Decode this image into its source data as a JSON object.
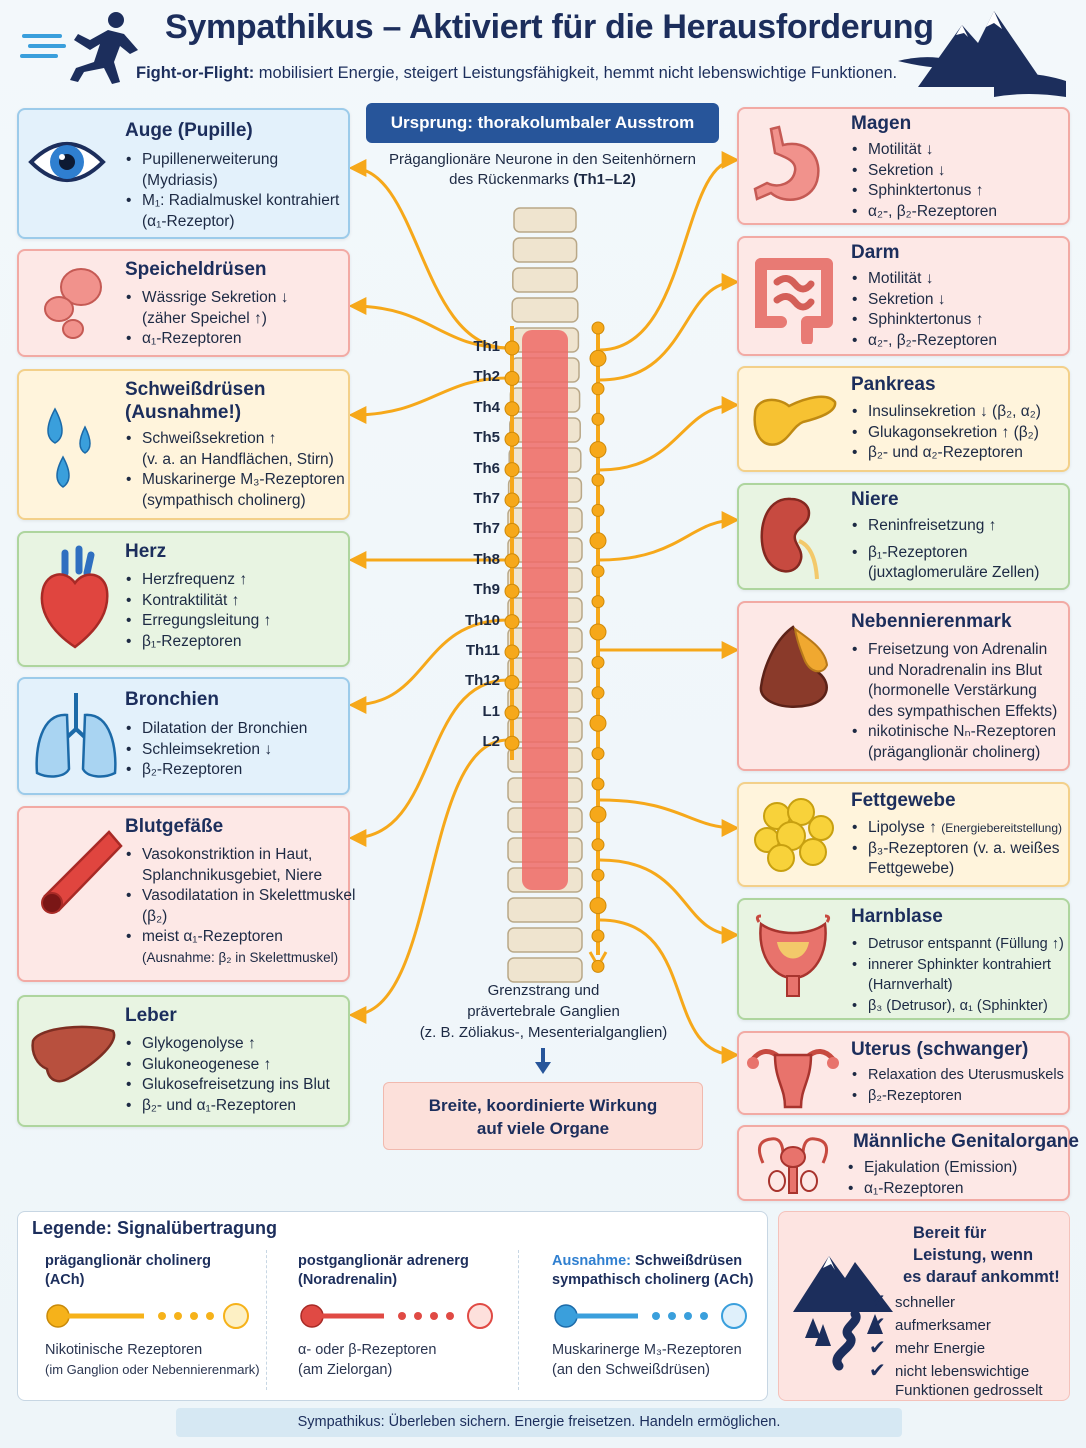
{
  "header": {
    "title": "Sympathikus – Aktiviert für die Herausforderung",
    "subtitle_bold": "Fight-or-Flight:",
    "subtitle_rest": " mobilisiert Energie, steigert Leistungsfähigkeit, hemmt nicht lebenswichtige Funktionen."
  },
  "origin": {
    "pill": "Ursprung: thorakolumbaler Ausstrom",
    "desc_line1": "Präganglionäre Neurone in den Seitenhörnern",
    "desc_line2_pre": "des Rückenmarks ",
    "desc_line2_bold": "(Th1–L2)"
  },
  "segments": [
    "Th1",
    "Th2",
    "Th4",
    "Th5",
    "Th6",
    "Th7",
    "Th7",
    "Th8",
    "Th9",
    "Th10",
    "Th11",
    "Th12",
    "L1",
    "L2"
  ],
  "chain": {
    "line1": "Grenzstrang und",
    "line2": "prävertebrale Ganglien",
    "line3": "(z. B. Zöliakus-, Mesenterialganglien)"
  },
  "effect": {
    "line1": "Breite, koordinierte Wirkung",
    "line2": "auf viele Organe"
  },
  "left_organs": [
    {
      "title": "Auge (Pupille)",
      "items": [
        "Pupillenerweiterung",
        "(Mydriasis)",
        "M₁: Radialmuskel kontrahiert",
        "(α₁-Rezeptor)"
      ]
    },
    {
      "title": "Speicheldrüsen",
      "items": [
        "Wässrige Sekretion ↓",
        "(zäher Speichel ↑)",
        "α₁-Rezeptoren"
      ]
    },
    {
      "title": "Schweißdrüsen",
      "title2": "(Ausnahme!)",
      "items": [
        "Schweißsekretion ↑",
        "(v. a. an Handflächen, Stirn)",
        "Muskarinerge M₃-Rezeptoren",
        "(sympathisch cholinerg)"
      ]
    },
    {
      "title": "Herz",
      "items": [
        "Herzfrequenz ↑",
        "Kontraktilität ↑",
        "Erregungsleitung ↑",
        "β₁-Rezeptoren"
      ]
    },
    {
      "title": "Bronchien",
      "items": [
        "Dilatation der Bronchien",
        "Schleimsekretion ↓",
        "β₂-Rezeptoren"
      ]
    },
    {
      "title": "Blutgefäße",
      "items": [
        "Vasokonstriktion in Haut,",
        "Splanchnikusgebiet, Niere",
        "Vasodilatation in Skelettmuskel",
        "(β₂)",
        "meist α₁-Rezeptoren",
        "(Ausnahme: β₂ in Skelettmuskel)"
      ]
    },
    {
      "title": "Leber",
      "items": [
        "Glykogenolyse ↑",
        "Glukoneogenese ↑",
        "Glukosefreisetzung ins Blut",
        "β₂- und α₁-Rezeptoren"
      ]
    }
  ],
  "right_organs": [
    {
      "title": "Magen",
      "items": [
        "Motilität ↓",
        "Sekretion ↓",
        "Sphinktertonus ↑",
        "α₂-, β₂-Rezeptoren"
      ]
    },
    {
      "title": "Darm",
      "items": [
        "Motilität ↓",
        "Sekretion ↓",
        "Sphinktertonus ↑",
        "α₂-, β₂-Rezeptoren"
      ]
    },
    {
      "title": "Pankreas",
      "items": [
        "Insulinsekretion ↓ (β₂, α₂)",
        "Glukagonsekretion ↑ (β₂)",
        "β₂- und α₂-Rezeptoren"
      ]
    },
    {
      "title": "Niere",
      "items": [
        "Reninfreisetzung ↑",
        "β₁-Rezeptoren",
        "(juxtaglomeruläre Zellen)"
      ]
    },
    {
      "title": "Nebennierenmark",
      "items": [
        "Freisetzung von Adrenalin",
        "und Noradrenalin ins Blut",
        "(hormonelle Verstärkung",
        "des sympathischen Effekts)",
        "nikotinische Nₙ-Rezeptoren",
        "(präganglionär cholinerg)"
      ]
    },
    {
      "title": "Fettgewebe",
      "items": [
        "Lipolyse ↑",
        "(Energiebereitstellung)",
        "β₃-Rezeptoren (v. a. weißes",
        "Fettgewebe)"
      ]
    },
    {
      "title": "Harnblase",
      "items": [
        "Detrusor entspannt (Füllung ↑)",
        "innerer Sphinkter kontrahiert",
        "(Harnverhalt)",
        "β₃ (Detrusor), α₁ (Sphinkter)"
      ]
    },
    {
      "title": "Uterus (schwanger)",
      "items": [
        "Relaxation des Uterusmuskels",
        "β₂-Rezeptoren"
      ]
    },
    {
      "title": "Männliche Genitalorgane",
      "items": [
        "Ejakulation (Emission)",
        "α₁-Rezeptoren"
      ]
    }
  ],
  "legend": {
    "title": "Legende: Signalübertragung",
    "cols": [
      {
        "head1": "präganglionär cholinerg",
        "head2": "(ACh)",
        "foot1": "Nikotinische Rezeptoren",
        "foot2": "(im Ganglion oder Nebennierenmark)",
        "color": "#f6b21a"
      },
      {
        "head1": "postganglionär adrenerg",
        "head2": "(Noradrenalin)",
        "foot1": "α- oder β-Rezeptoren",
        "foot2": "(am Zielorgan)",
        "color": "#e04a44"
      },
      {
        "head1_accent": "Ausnahme:",
        "head1": " Schweißdrüsen",
        "head2": "sympathisch cholinerg (ACh)",
        "foot1": "Muskarinerge M₃-Rezeptoren",
        "foot2": "(an den Schweißdrüsen)",
        "color": "#3a9fdc"
      }
    ]
  },
  "ready": {
    "title1": "Bereit für",
    "title2": "Leistung, wenn",
    "title3": "es darauf ankommt!",
    "items": [
      "schneller",
      "aufmerksamer",
      "mehr Energie",
      "nicht lebenswichtige",
      "Funktionen gedrosselt"
    ]
  },
  "footer": "Sympathikus: Überleben sichern. Energie freisetzen. Handeln ermöglichen.",
  "colors": {
    "navy": "#1c2e5c",
    "pill": "#27559a",
    "nerve": "#f6a81a",
    "spine_red": "#ef6b67"
  }
}
